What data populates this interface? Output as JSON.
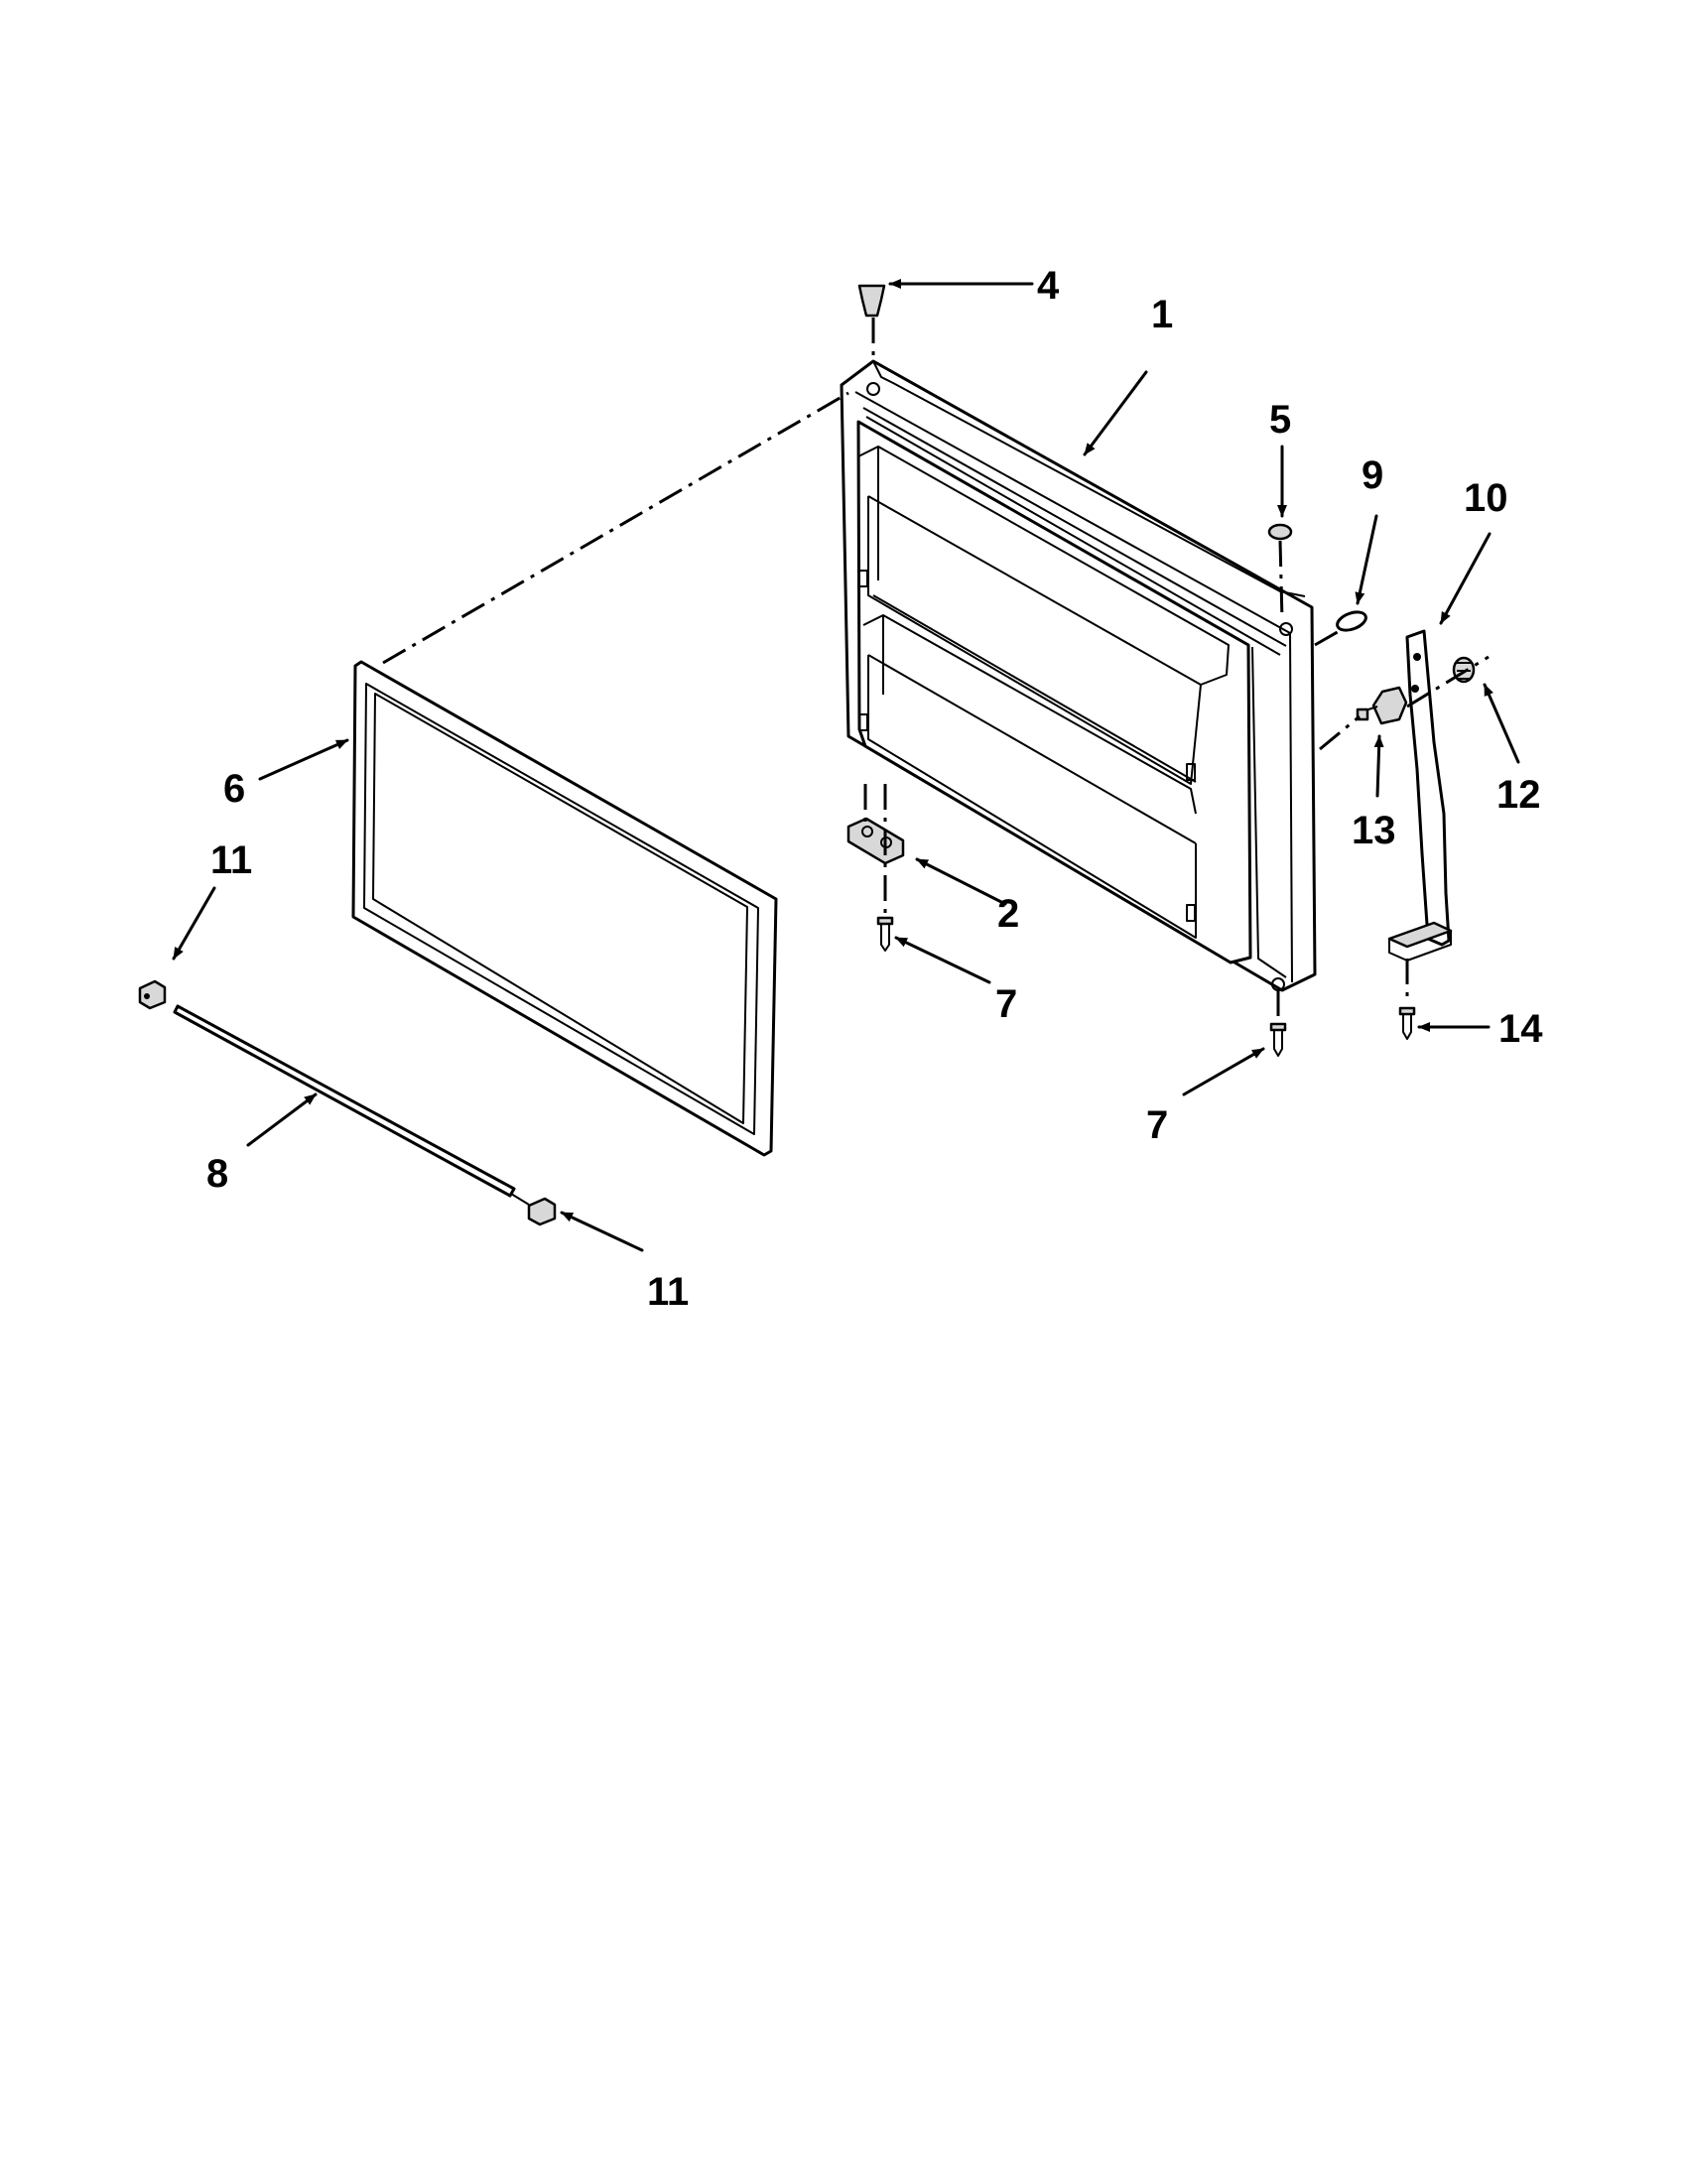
{
  "callouts": {
    "c1": "1",
    "c2": "2",
    "c4": "4",
    "c5": "5",
    "c6": "6",
    "c7a": "7",
    "c7b": "7",
    "c8": "8",
    "c9": "9",
    "c10": "10",
    "c11a": "11",
    "c11b": "11",
    "c12": "12",
    "c13": "13",
    "c14": "14"
  }
}
